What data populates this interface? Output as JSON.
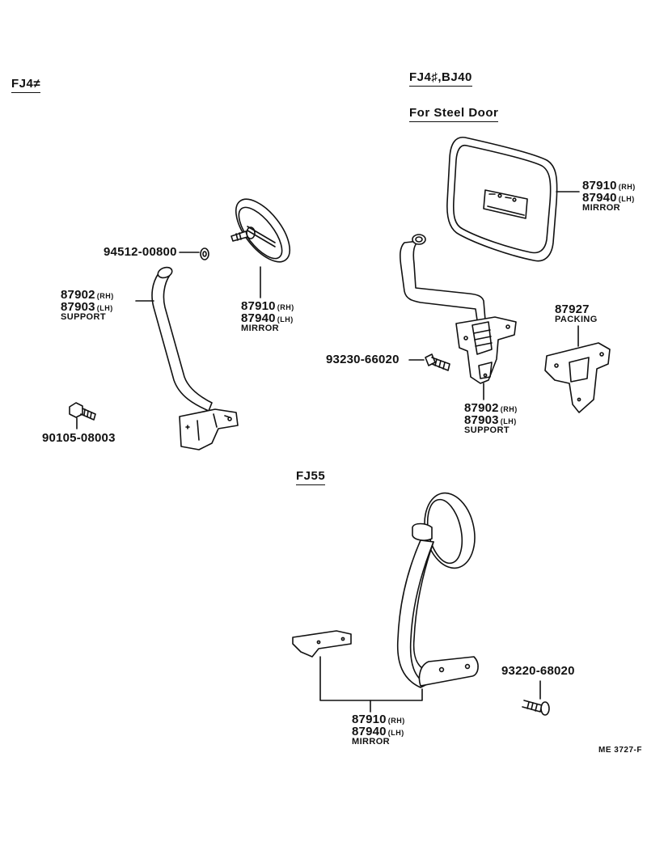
{
  "sections": {
    "fj4": "FJ4≠",
    "fj4_bj40": "FJ4♯,BJ40",
    "steel_door": "For Steel Door",
    "fj55": "FJ55"
  },
  "parts": {
    "washer": "94512-00800",
    "support_left_rh": "87902",
    "support_left_rh_side": "(RH)",
    "support_left_lh": "87903",
    "support_left_lh_side": "(LH)",
    "support_left_name": "SUPPORT",
    "bolt_left": "90105-08003",
    "mirror_left_rh": "87910",
    "mirror_left_rh_side": "(RH)",
    "mirror_left_lh": "87940",
    "mirror_left_lh_side": "(LH)",
    "mirror_left_name": "MIRROR",
    "mirror_right_rh": "87910",
    "mirror_right_rh_side": "(RH)",
    "mirror_right_lh": "87940",
    "mirror_right_lh_side": "(LH)",
    "mirror_right_name": "MIRROR",
    "packing_code": "87927",
    "packing_name": "PACKING",
    "screw_right": "93230-66020",
    "support_right_rh": "87902",
    "support_right_rh_side": "(RH)",
    "support_right_lh": "87903",
    "support_right_lh_side": "(LH)",
    "support_right_name": "SUPPORT",
    "screw_fj55": "93220-68020",
    "mirror_fj55_rh": "87910",
    "mirror_fj55_rh_side": "(RH)",
    "mirror_fj55_lh": "87940",
    "mirror_fj55_lh_side": "(LH)",
    "mirror_fj55_name": "MIRROR"
  },
  "footer": {
    "code": "ME 3727-F"
  }
}
